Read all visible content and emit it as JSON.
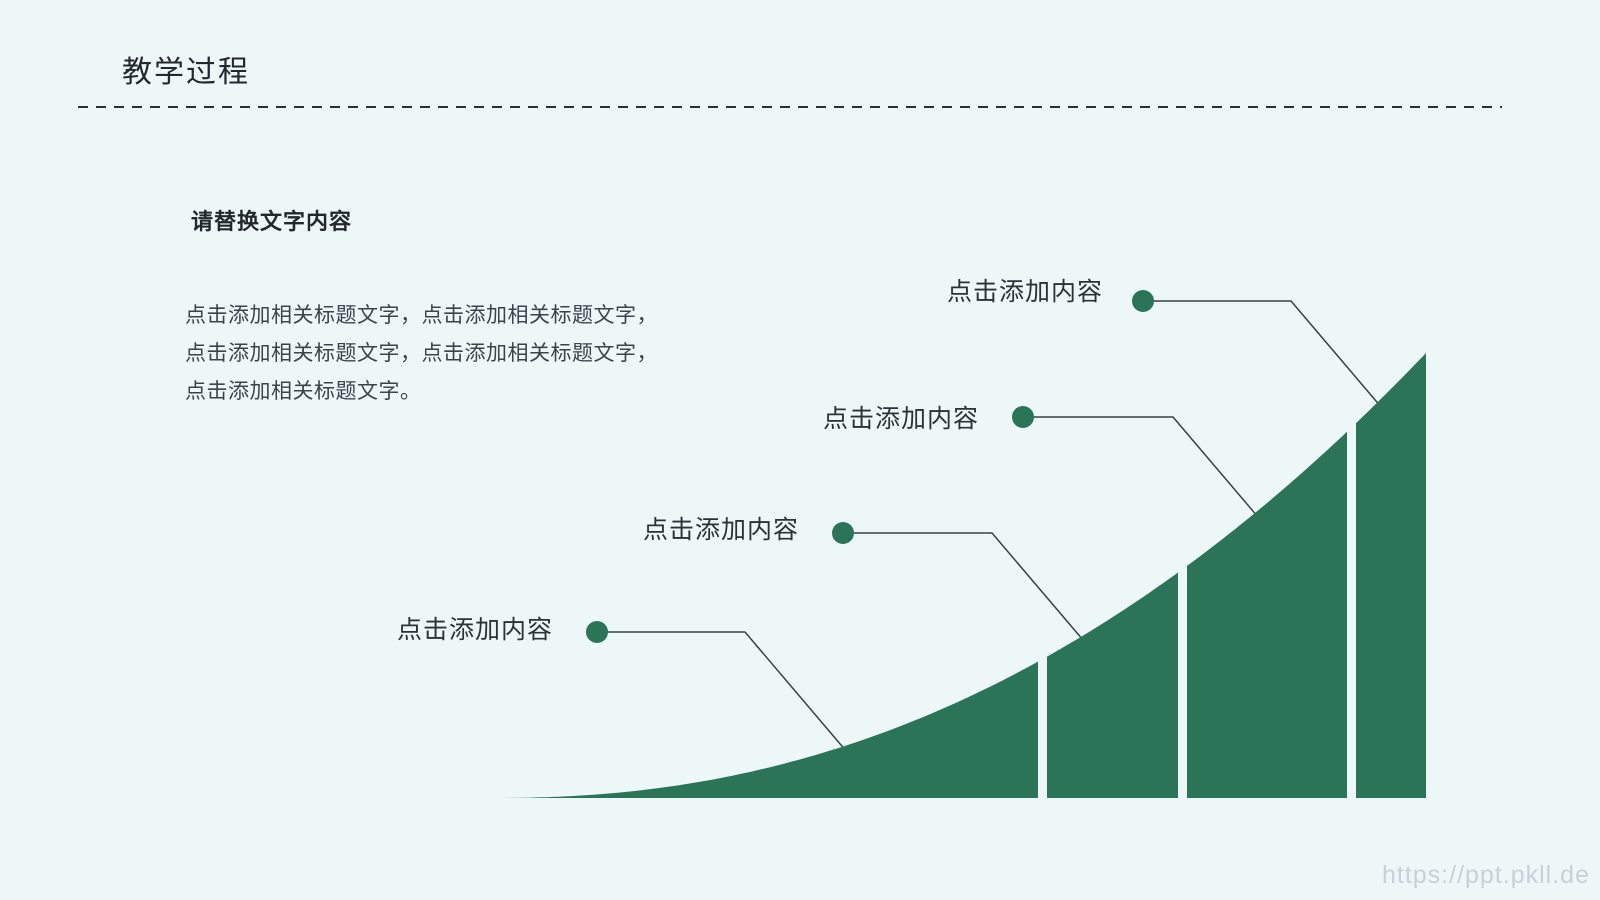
{
  "slide": {
    "title": "教学过程",
    "section_heading": "请替换文字内容",
    "paragraph_lines": [
      "点击添加相关标题文字，点击添加相关标题文字，",
      "点击添加相关标题文字，点击添加相关标题文字，",
      "点击添加相关标题文字。"
    ],
    "watermark": "https://ppt.pkll.de"
  },
  "callouts": [
    {
      "label": "点击添加内容"
    },
    {
      "label": "点击添加内容"
    },
    {
      "label": "点击添加内容"
    },
    {
      "label": "点击添加内容"
    }
  ],
  "diagram": {
    "type": "growth-wedge",
    "segments": 4
  },
  "colors": {
    "background": "#edf7f8",
    "accent_green": "#2b7458",
    "callout_line": "#3a4046",
    "title_text": "#23282e",
    "body_text": "#3c434b",
    "watermark_text": "#c8d0d9"
  }
}
